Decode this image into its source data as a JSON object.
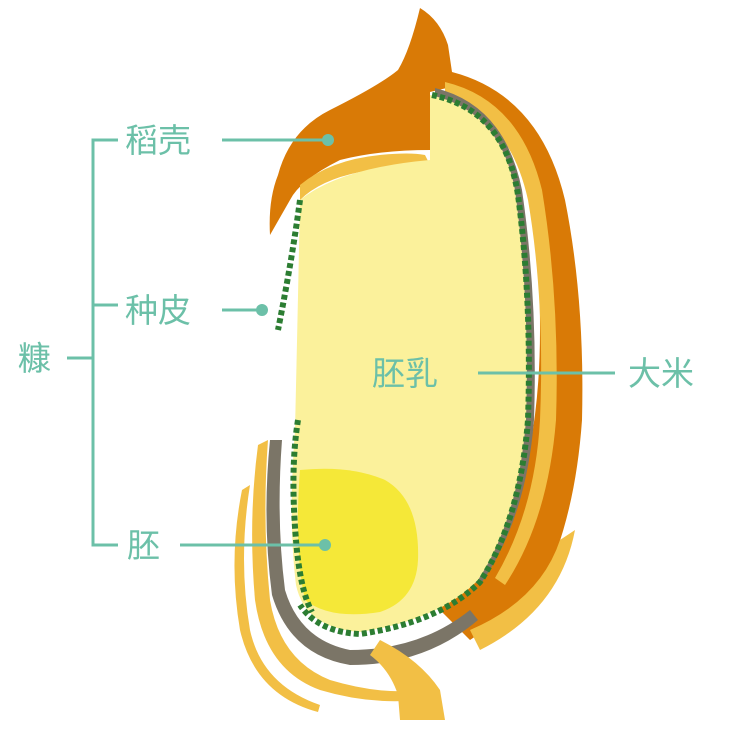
{
  "labels": {
    "husk": "稻壳",
    "seed_coat": "种皮",
    "bran": "糠",
    "endosperm": "胚乳",
    "rice": "大米",
    "embryo": "胚"
  },
  "colors": {
    "label": "#6cc0a8",
    "husk": "#d97a06",
    "husk_light": "#f2bf45",
    "endosperm": "#fbf19b",
    "embryo": "#f5e838",
    "aleurone": "#2c7d32",
    "coat_grey": "#7b7567"
  }
}
